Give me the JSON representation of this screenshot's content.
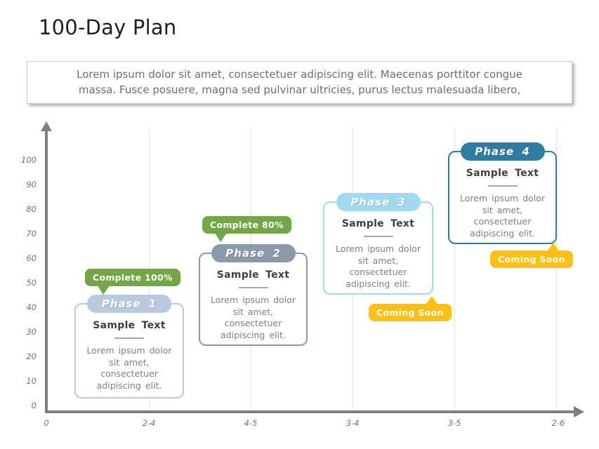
{
  "slide": {
    "title": "100-Day Plan",
    "subtitle": "Lorem ipsum dolor sit amet, consectetuer adipiscing elit. Maecenas porttitor congue massa. Fusce posuere, magna sed pulvinar ultricies, purus lectus malesuada libero,"
  },
  "colors": {
    "complete_badge": "#71a845",
    "coming_badge": "#fdc013",
    "axis": "#7f7f7f",
    "gridline": "#e4e4e4"
  },
  "chart_data": {
    "type": "timeline-diagram",
    "title": "100-Day Plan",
    "y_axis": {
      "range": [
        0,
        100
      ],
      "ticks": [
        "100",
        "90",
        "80",
        "70",
        "60",
        "50",
        "40",
        "30",
        "20",
        "10",
        "0"
      ]
    },
    "x_axis": {
      "ticks": [
        "0",
        "2-4",
        "4-5",
        "3-4",
        "3-5",
        "2-6"
      ]
    },
    "grid": "vertical-only",
    "legend": "none"
  },
  "phases": [
    {
      "label": "Phase 1",
      "title": "Sample Text",
      "body": "Lorem ipsum dolor sit amet, consectetuer adipiscing elit.",
      "badge": "Complete 100%",
      "color": "#b9cade"
    },
    {
      "label": "Phase 2",
      "title": "Sample Text",
      "body": "Lorem ipsum dolor sit amet, consectetuer adipiscing elit.",
      "badge": "Complete 80%",
      "color": "#8b99ab"
    },
    {
      "label": "Phase 3",
      "title": "Sample Text",
      "body": "Lorem ipsum dolor sit amet, consectetuer adipiscing elit.",
      "badge": "Coming Soon",
      "color": "#a0d9f0"
    },
    {
      "label": "Phase 4",
      "title": "Sample Text",
      "body": "Lorem ipsum dolor sit amet, consectetuer adipiscing elit.",
      "badge": "Coming Soon",
      "color": "#2e7ea1"
    }
  ]
}
